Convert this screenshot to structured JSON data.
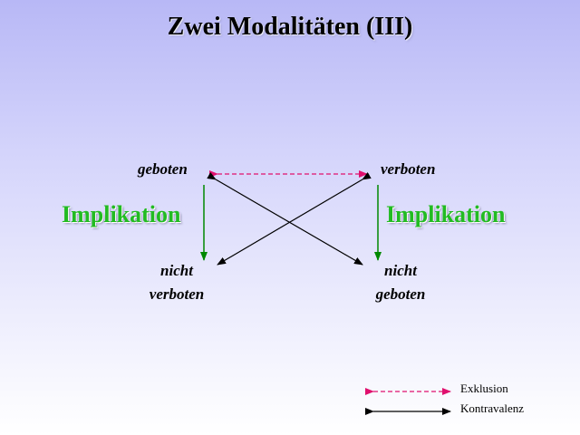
{
  "slide": {
    "title": "Zwei Modalitäten (III)"
  },
  "diagram": {
    "corners": {
      "top_left": "geboten",
      "top_right": "verboten",
      "bottom_left": [
        "nicht",
        "verboten"
      ],
      "bottom_right": [
        "nicht",
        "geboten"
      ]
    },
    "side_labels": {
      "left": "Implikation",
      "right": "Implikation"
    }
  },
  "legend": {
    "items": [
      {
        "label": "Exklusion",
        "style": "dashed",
        "color": "#e0106e"
      },
      {
        "label": "Kontravalenz",
        "style": "solid",
        "color": "#000000"
      }
    ]
  },
  "colors": {
    "implication": "#22bb22",
    "implication_arrow": "#008800",
    "exclusion": "#e0106e",
    "contravalence": "#000000",
    "background_top": "#b8b8f6",
    "background_bottom": "#ffffff"
  }
}
